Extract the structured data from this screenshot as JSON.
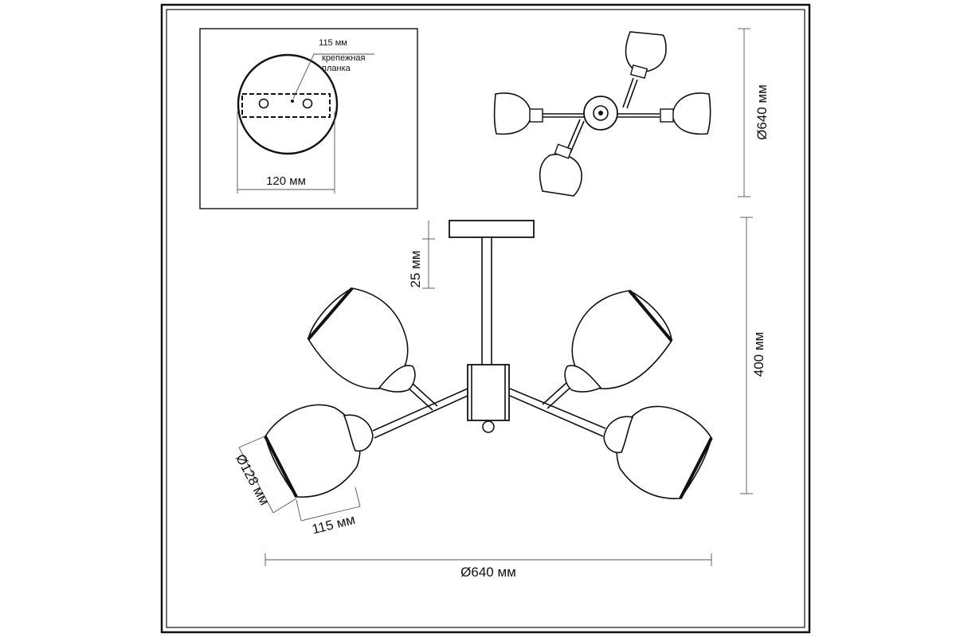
{
  "labels": {
    "plate_115": "115 мм",
    "plate_name_1": "крепежная",
    "plate_name_2": "планка",
    "canopy_120": "120 мм",
    "top_diameter": "Ø640 мм",
    "height_400": "400 мм",
    "stem_25": "25 мм",
    "shade_diameter": "Ø128 мм",
    "shade_length": "115 мм",
    "overall_diameter": "Ø640 мм"
  }
}
